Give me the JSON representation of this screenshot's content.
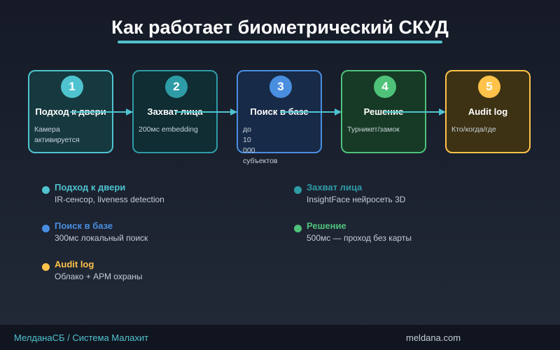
{
  "title": "Как работает биометрический СКУД",
  "steps": [
    {
      "num": "1",
      "title": "Подход к двери",
      "desc": "Камера активируется",
      "color": "#4fc3cf",
      "fill": "#16393f"
    },
    {
      "num": "2",
      "title": "Захват лица",
      "desc": "200мс embedding",
      "color": "#2e9ca6",
      "fill": "#0f2d33"
    },
    {
      "num": "3",
      "title": "Поиск в базе",
      "desc": "до 10 000 субъектов",
      "color": "#4a8ee0",
      "fill": "#172a47"
    },
    {
      "num": "4",
      "title": "Решение",
      "desc": "Турникет/замок",
      "color": "#4fc27a",
      "fill": "#163a25"
    },
    {
      "num": "5",
      "title": "Audit log",
      "desc": "Кто/когда/где",
      "color": "#ffc24a",
      "fill": "#3d3213"
    }
  ],
  "details": [
    {
      "title": "Подход к двери",
      "desc": "IR-сенсор, liveness detection",
      "color": "#4fc3cf"
    },
    {
      "title": "Захват лица",
      "desc": "InsightFace нейросеть 3D",
      "color": "#2e9ca6"
    },
    {
      "title": "Поиск в базе",
      "desc": "300мс локальный поиск",
      "color": "#4a8ee0"
    },
    {
      "title": "Решение",
      "desc": "500мс — проход без карты",
      "color": "#4fc27a"
    },
    {
      "title": "Audit log",
      "desc": "Облако + АРМ охраны",
      "color": "#ffc24a"
    }
  ],
  "footer": {
    "left": "МелданаСБ / Система Малахит",
    "right": "meldana.com"
  }
}
